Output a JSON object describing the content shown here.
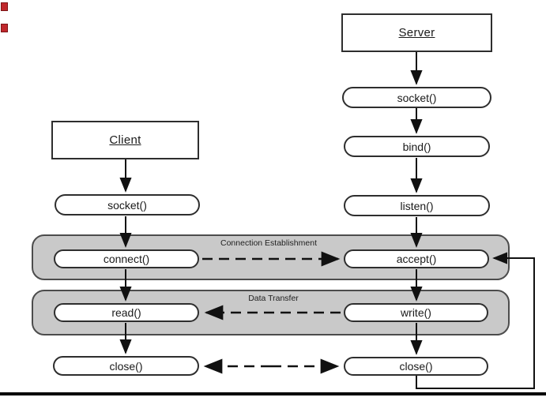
{
  "nodes": {
    "server_title": "Server",
    "client_title": "Client",
    "server": {
      "socket": "socket()",
      "bind": "bind()",
      "listen": "listen()",
      "accept": "accept()",
      "write": "write()",
      "close": "close()"
    },
    "client": {
      "socket": "socket()",
      "connect": "connect()",
      "read": "read()",
      "close": "close()"
    }
  },
  "bands": {
    "connection_establishment_label": "Connection Establishment",
    "data_transfer_label": "Data Transfer"
  },
  "colors": {
    "band_fill": "#c9c9c9",
    "band_border": "#4c4c4c",
    "node_border": "#2e2e2e",
    "line": "#111111",
    "artifact_red": "#c0282c"
  }
}
